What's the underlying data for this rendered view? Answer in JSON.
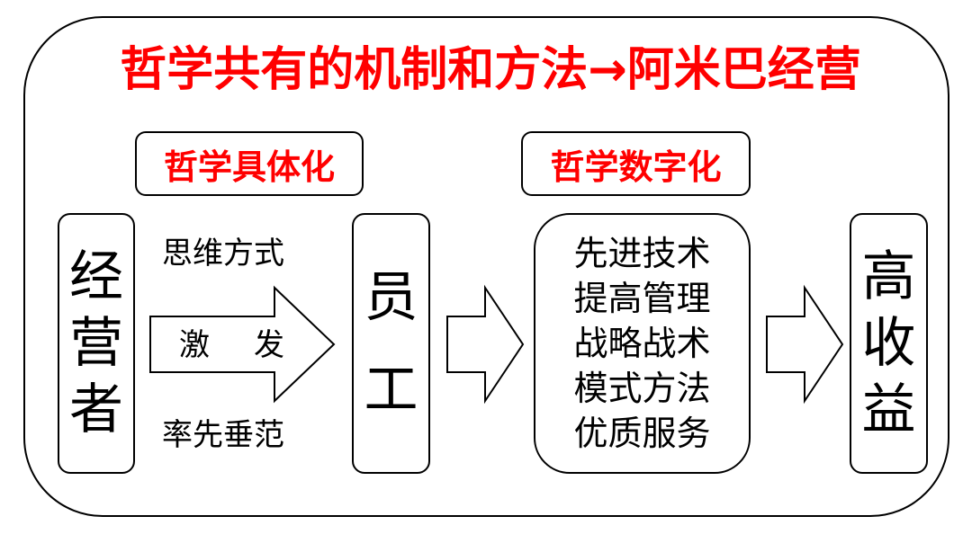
{
  "title": "哲学共有的机制和方法→阿米巴经营",
  "labels": {
    "concretize": "哲学具体化",
    "digitize": "哲学数字化"
  },
  "operator": [
    "经",
    "营",
    "者"
  ],
  "upper_text": "思维方式",
  "arrow_text": [
    "激",
    "发"
  ],
  "lower_text": "率先垂范",
  "employee": [
    "员",
    "工"
  ],
  "results": [
    "先进技术",
    "提高管理",
    "战略战术",
    "模式方法",
    "优质服务"
  ],
  "outcome": [
    "高",
    "收",
    "益"
  ]
}
